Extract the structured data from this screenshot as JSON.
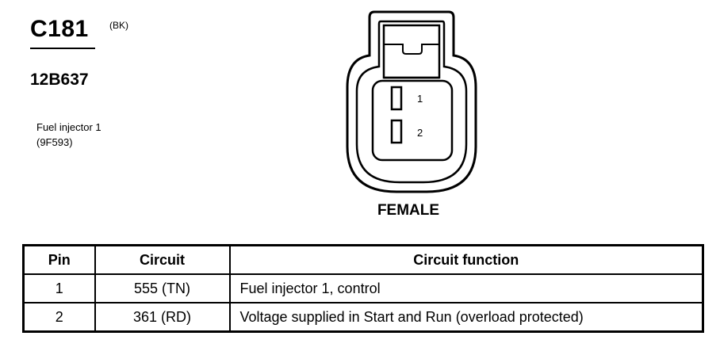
{
  "connector": {
    "id": "C181",
    "color_code": "(BK)",
    "part_number": "12B637",
    "component_name": "Fuel injector 1",
    "component_code": "(9F593)",
    "gender": "FEMALE",
    "pin_labels": [
      "1",
      "2"
    ]
  },
  "table": {
    "headers": [
      "Pin",
      "Circuit",
      "Circuit function"
    ],
    "rows": [
      {
        "pin": "1",
        "circuit": "555 (TN)",
        "function": "Fuel injector 1, control"
      },
      {
        "pin": "2",
        "circuit": "361 (RD)",
        "function": "Voltage supplied in Start and Run (overload protected)"
      }
    ]
  }
}
